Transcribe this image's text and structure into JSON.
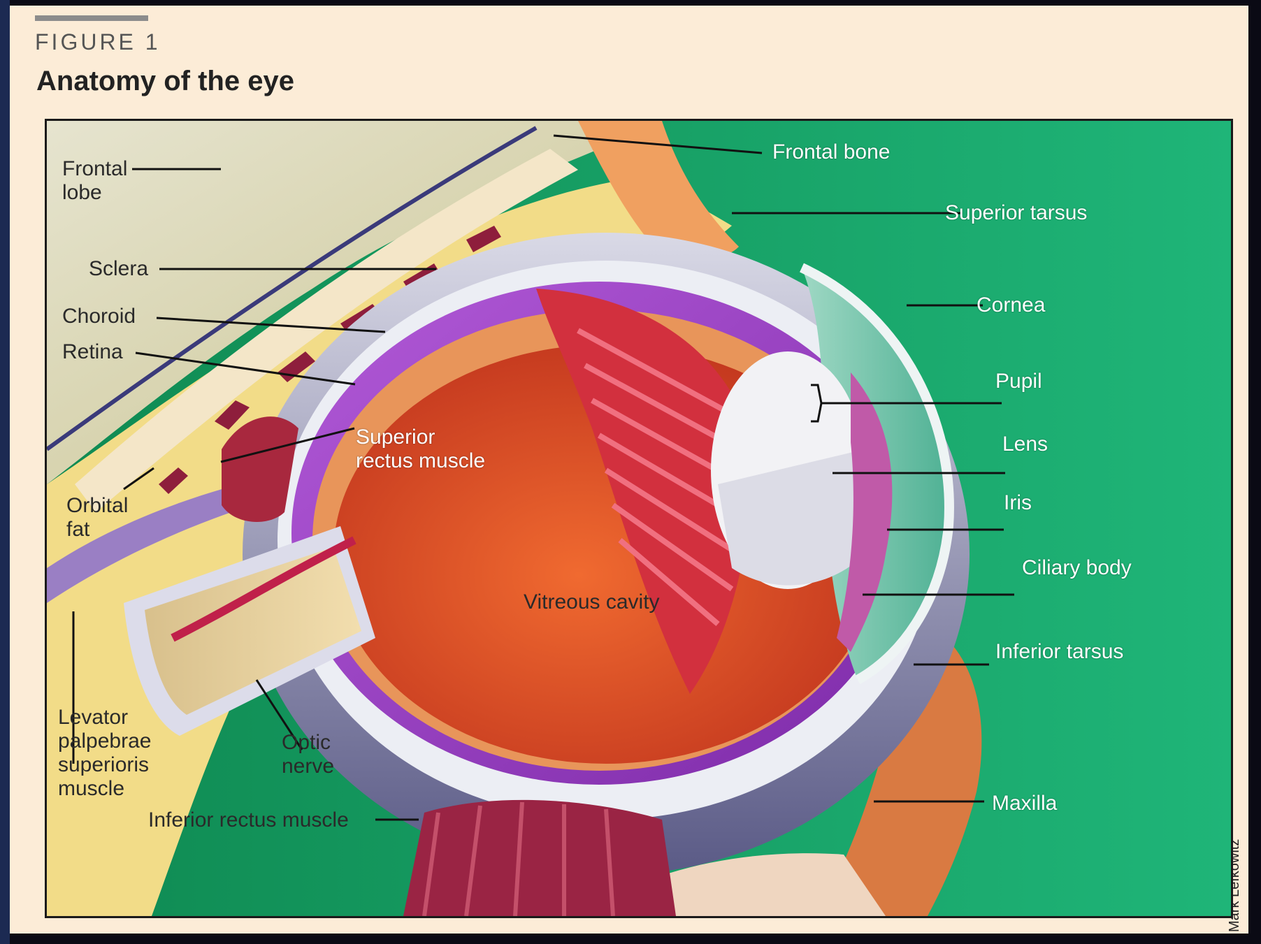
{
  "figure": {
    "label": "FIGURE 1",
    "title": "Anatomy of the eye",
    "credit": "Mark Lefkowitz"
  },
  "labels": {
    "frontal_bone": "Frontal bone",
    "frontal_lobe": "Frontal\nlobe",
    "superior_tarsus": "Superior tarsus",
    "sclera": "Sclera",
    "choroid": "Choroid",
    "retina": "Retina",
    "cornea": "Cornea",
    "pupil": "Pupil",
    "superior_rectus": "Superior\nrectus muscle",
    "lens": "Lens",
    "orbital_fat": "Orbital\nfat",
    "iris": "Iris",
    "ciliary_body": "Ciliary body",
    "vitreous_cavity": "Vitreous cavity",
    "inferior_tarsus": "Inferior tarsus",
    "levator": "Levator\npalpebrae\nsuperioris\nmuscle",
    "optic_nerve": "Optic\nnerve",
    "maxilla": "Maxilla",
    "inferior_rectus": "Inferior rectus muscle"
  },
  "colors": {
    "background_green": "#16a668",
    "page": "#fcecd7",
    "vitreous": "#e85a28",
    "choroid_purple": "#9a3ac4",
    "lens": "#f2f2f5"
  }
}
